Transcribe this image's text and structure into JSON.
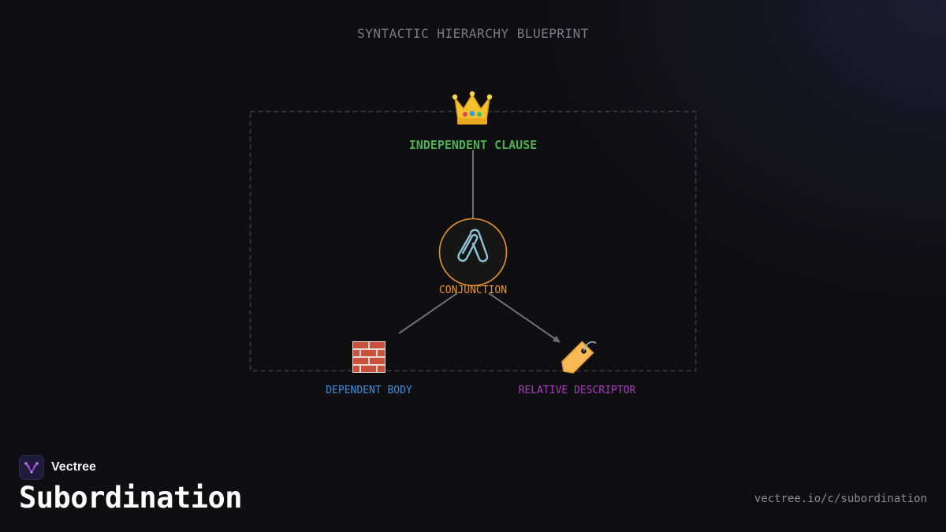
{
  "header": {
    "blueprint_title": "SYNTACTIC HIERARCHY BLUEPRINT"
  },
  "diagram": {
    "nodes": {
      "root": {
        "label": "INDEPENDENT CLAUSE",
        "icon": "crown-icon",
        "color": "#4caf50"
      },
      "conjunction": {
        "label": "CONJUNCTION",
        "icon": "paperclips-icon",
        "color": "#e8942a"
      },
      "dependent": {
        "label": "DEPENDENT BODY",
        "icon": "brick-wall-icon",
        "color": "#3d8fd9"
      },
      "relative": {
        "label": "RELATIVE DESCRIPTOR",
        "icon": "label-tag-icon",
        "color": "#a93bbf"
      }
    },
    "edges": [
      {
        "from": "root",
        "to": "conjunction",
        "arrow": false
      },
      {
        "from": "conjunction",
        "to": "dependent",
        "arrow": false
      },
      {
        "from": "conjunction",
        "to": "relative",
        "arrow": true
      }
    ]
  },
  "footer": {
    "brand_name": "Vectree",
    "brand_icon": "vectree-logo-icon",
    "brand_accent": "#a34ad8",
    "title": "Subordination",
    "url": "vectree.io/c/subordination"
  }
}
